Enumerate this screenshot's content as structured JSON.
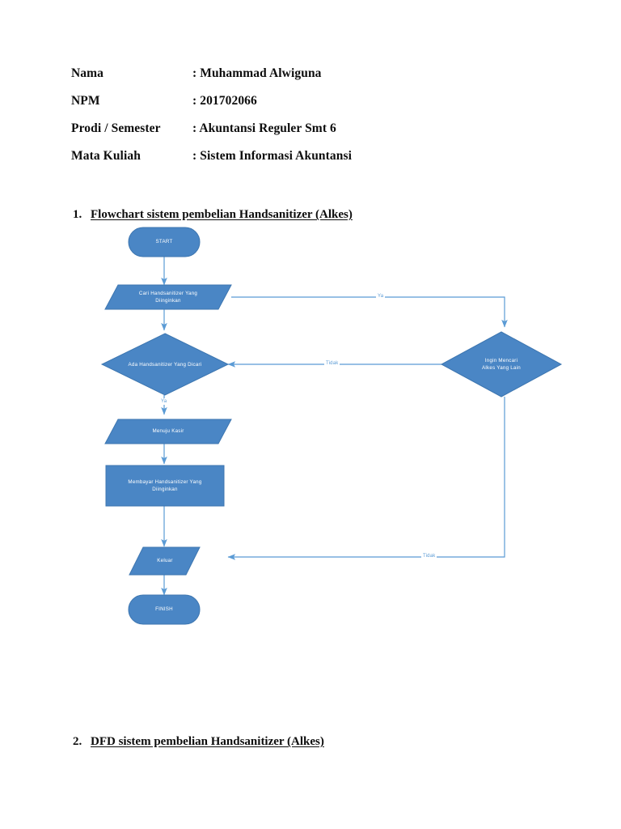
{
  "document": {
    "identity": [
      {
        "label": "Nama",
        "value": ": Muhammad Alwiguna"
      },
      {
        "label": "NPM",
        "value": ": 201702066"
      },
      {
        "label": "Prodi / Semester",
        "value": ": Akuntansi Reguler Smt 6"
      },
      {
        "label": "Mata Kuliah",
        "value": ": Sistem Informasi Akuntansi"
      }
    ],
    "sections": [
      {
        "number": "1.",
        "title": "Flowchart sistem pembelian Handsanitizer (Alkes)"
      },
      {
        "number": "2.",
        "title": "DFD sistem pembelian Handsanitizer (Alkes)"
      }
    ]
  },
  "flowchart": {
    "colors": {
      "shape_fill": "#4a86c5",
      "shape_stroke": "#3d76b0",
      "connector": "#5b9bd5",
      "label_text": "#ffffff"
    },
    "nodes": [
      {
        "id": "start",
        "type": "terminator",
        "label": "START"
      },
      {
        "id": "cari",
        "type": "input-output",
        "label": "Cari Handsanitizer Yang\nDiinginkan"
      },
      {
        "id": "ada",
        "type": "decision",
        "label": "Ada Handsanitizer Yang  Dicari"
      },
      {
        "id": "ingin",
        "type": "decision",
        "label": "Ingin Mencari\nAlkes Yang  Lain"
      },
      {
        "id": "kasir",
        "type": "input-output",
        "label": "Menuju Kasir"
      },
      {
        "id": "membayar",
        "type": "process",
        "label": "Membayar Handsanitizer Yang\nDiinginkan"
      },
      {
        "id": "keluar",
        "type": "input-output",
        "label": "Keluar"
      },
      {
        "id": "finish",
        "type": "terminator",
        "label": "FINISH"
      }
    ],
    "edge_labels": [
      {
        "id": "ya-top",
        "text": "Ya"
      },
      {
        "id": "tidak-mid",
        "text": "Tidak"
      },
      {
        "id": "ya-left",
        "text": "Ya"
      },
      {
        "id": "tidak-bot",
        "text": "Tidak"
      }
    ]
  }
}
